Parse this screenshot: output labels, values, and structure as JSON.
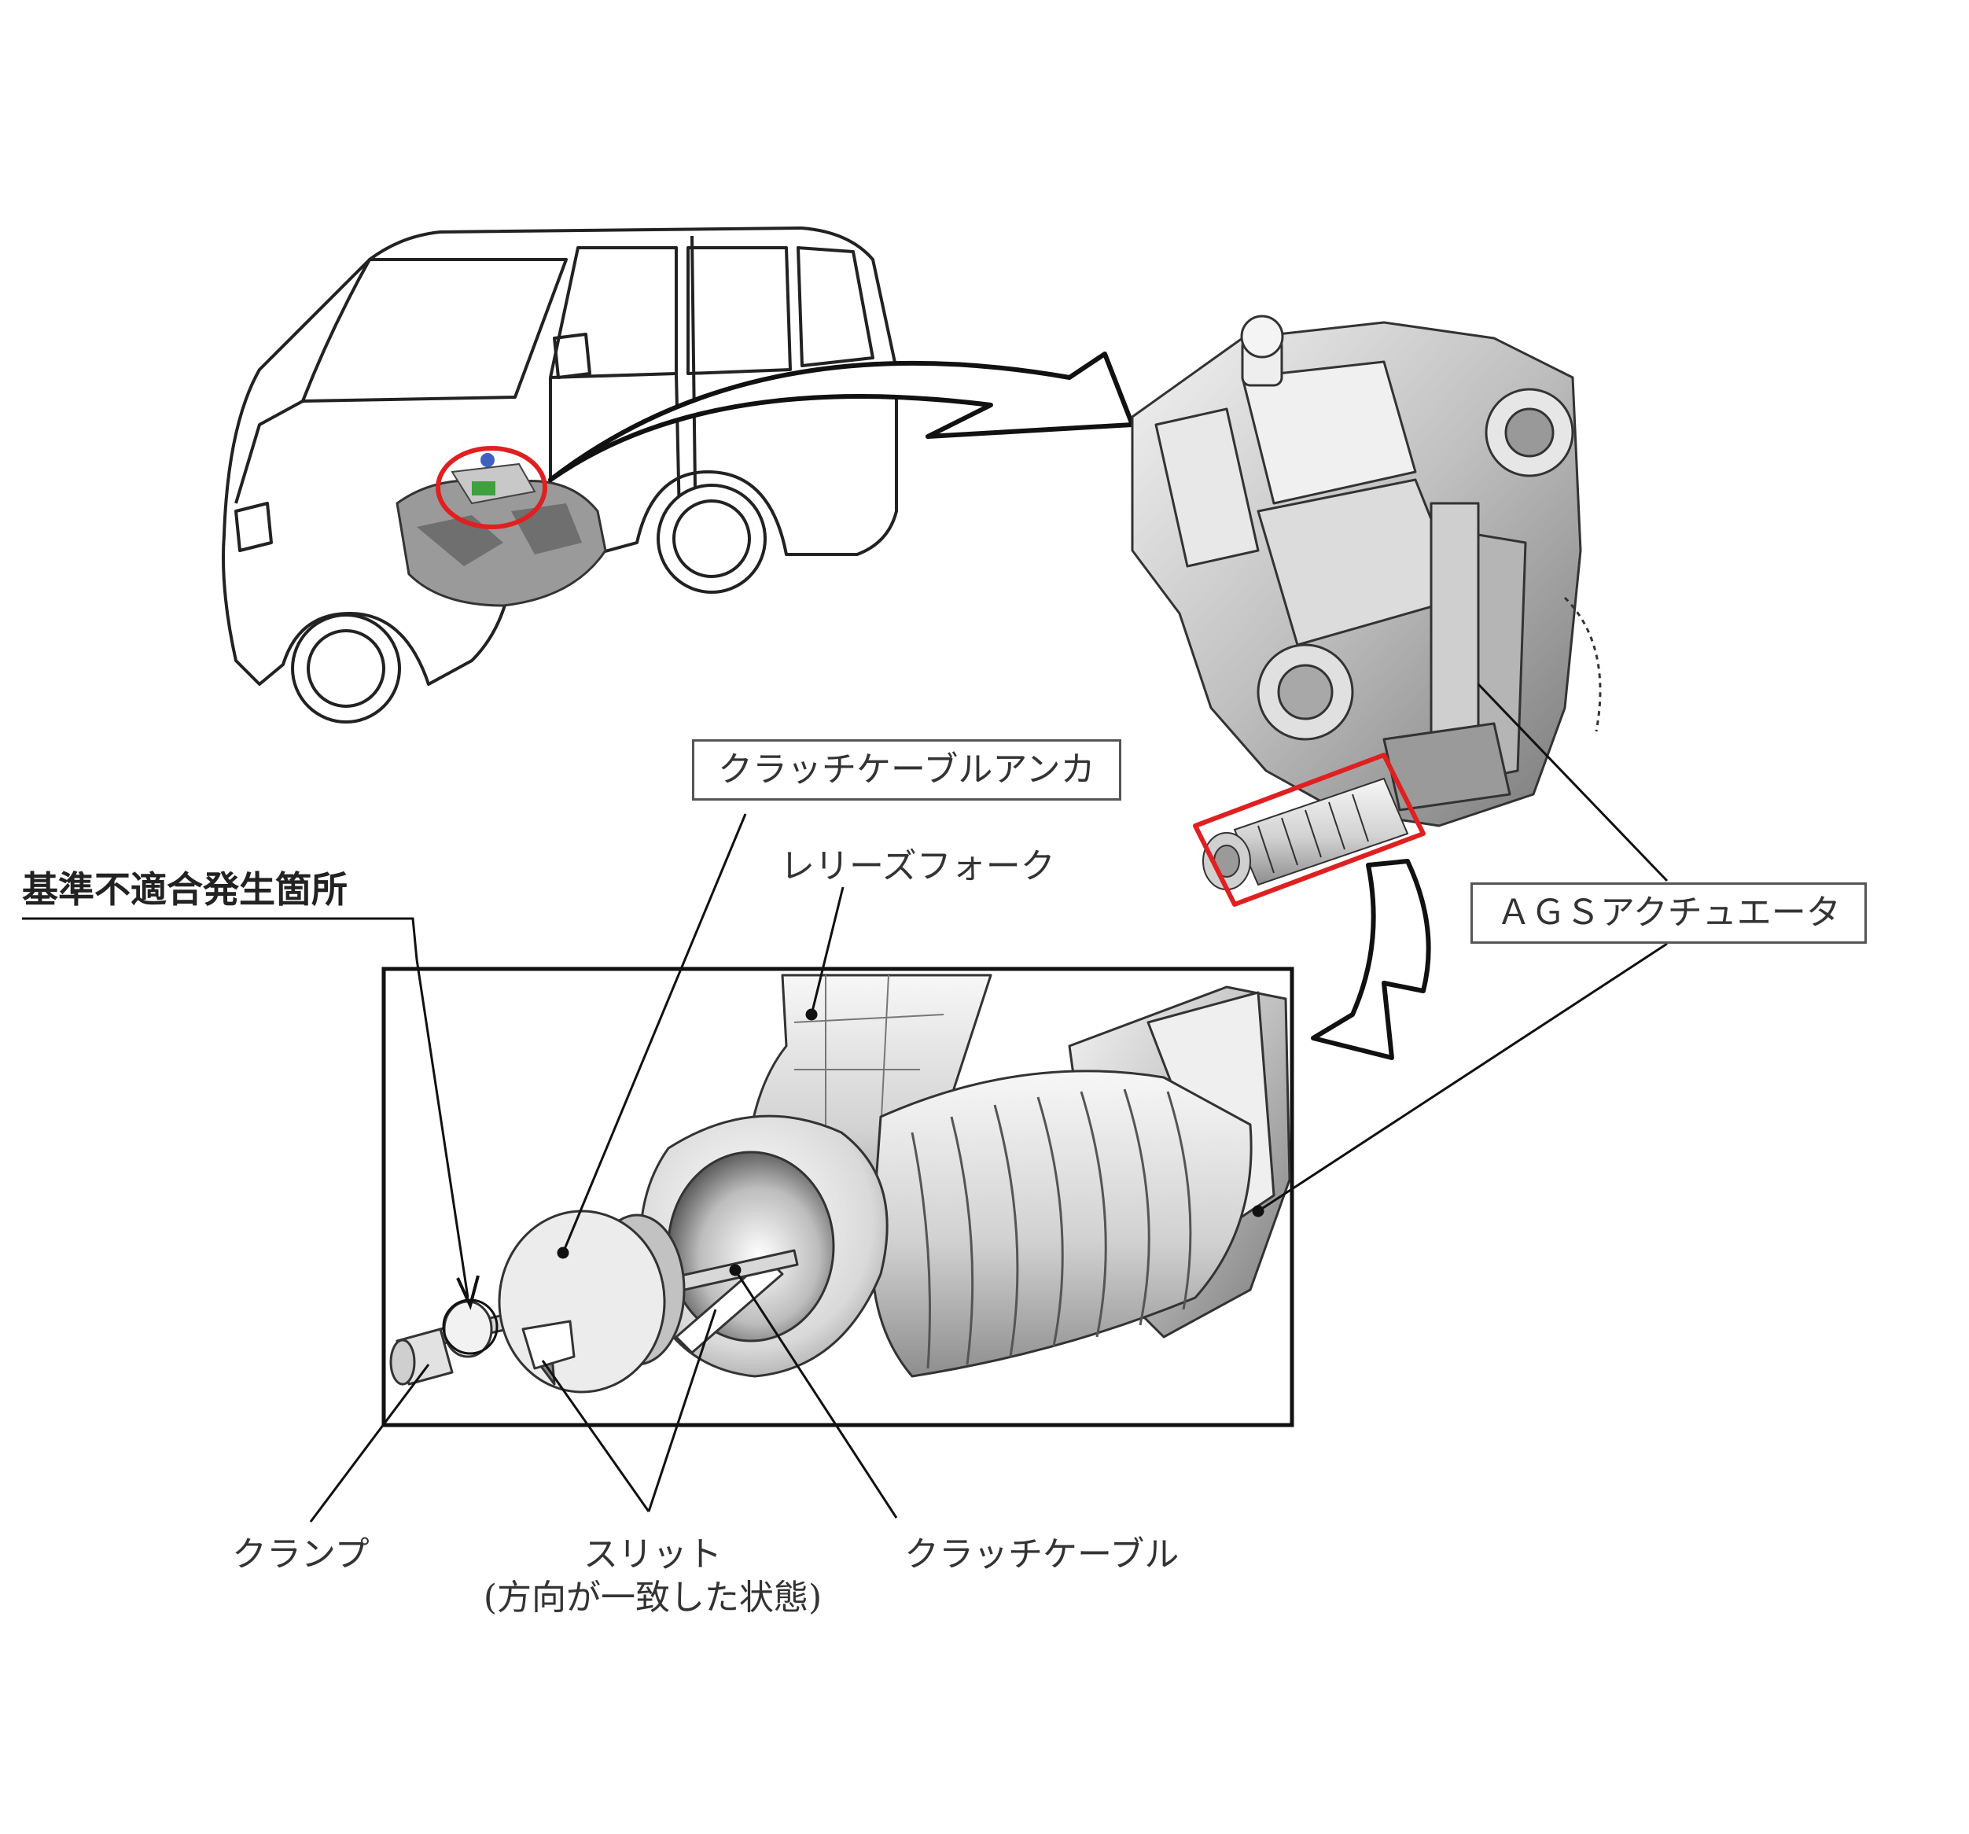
{
  "labels": {
    "clutch_cable_anchor": "クラッチケーブルアンカ",
    "release_fork": "レリーズフォーク",
    "nonconformity_location": "基準不適合発生箇所",
    "ags_actuator": "ＡＧＳアクチュエータ",
    "clamp": "クランプ",
    "slit": "スリット",
    "slit_note": "(方向が一致した状態)",
    "clutch_cable": "クラッチケーブル"
  },
  "colors": {
    "highlight": "#e02020",
    "line": "#222222",
    "body": "#ffffff"
  }
}
